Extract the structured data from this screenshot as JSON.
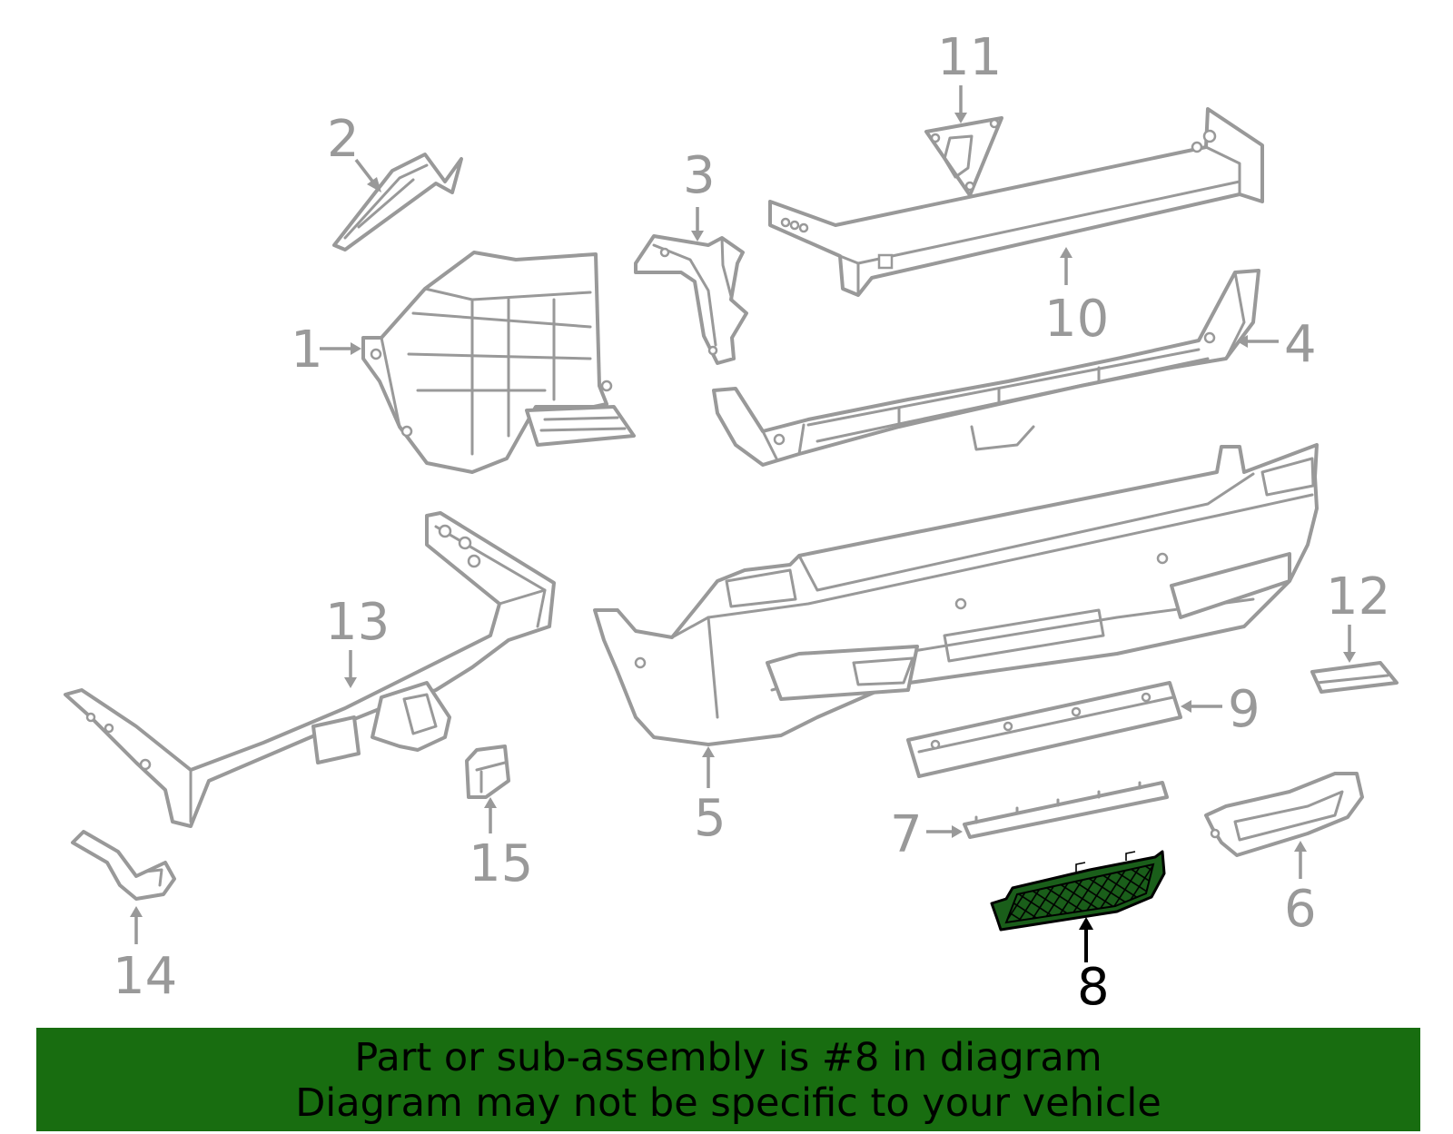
{
  "callouts": {
    "c1": "1",
    "c2": "2",
    "c3": "3",
    "c4": "4",
    "c5": "5",
    "c6": "6",
    "c7": "7",
    "c8": "8",
    "c9": "9",
    "c10": "10",
    "c11": "11",
    "c12": "12",
    "c13": "13",
    "c14": "14",
    "c15": "15"
  },
  "highlighted_part": "8",
  "banner": {
    "line1": "Part or sub-assembly is #8 in diagram",
    "line2": "Diagram may not be specific to your vehicle"
  },
  "colors": {
    "line_art": "#999999",
    "highlight_fill": "#1a5e1a",
    "banner_bg": "#186d10",
    "banner_text": "#000000"
  }
}
